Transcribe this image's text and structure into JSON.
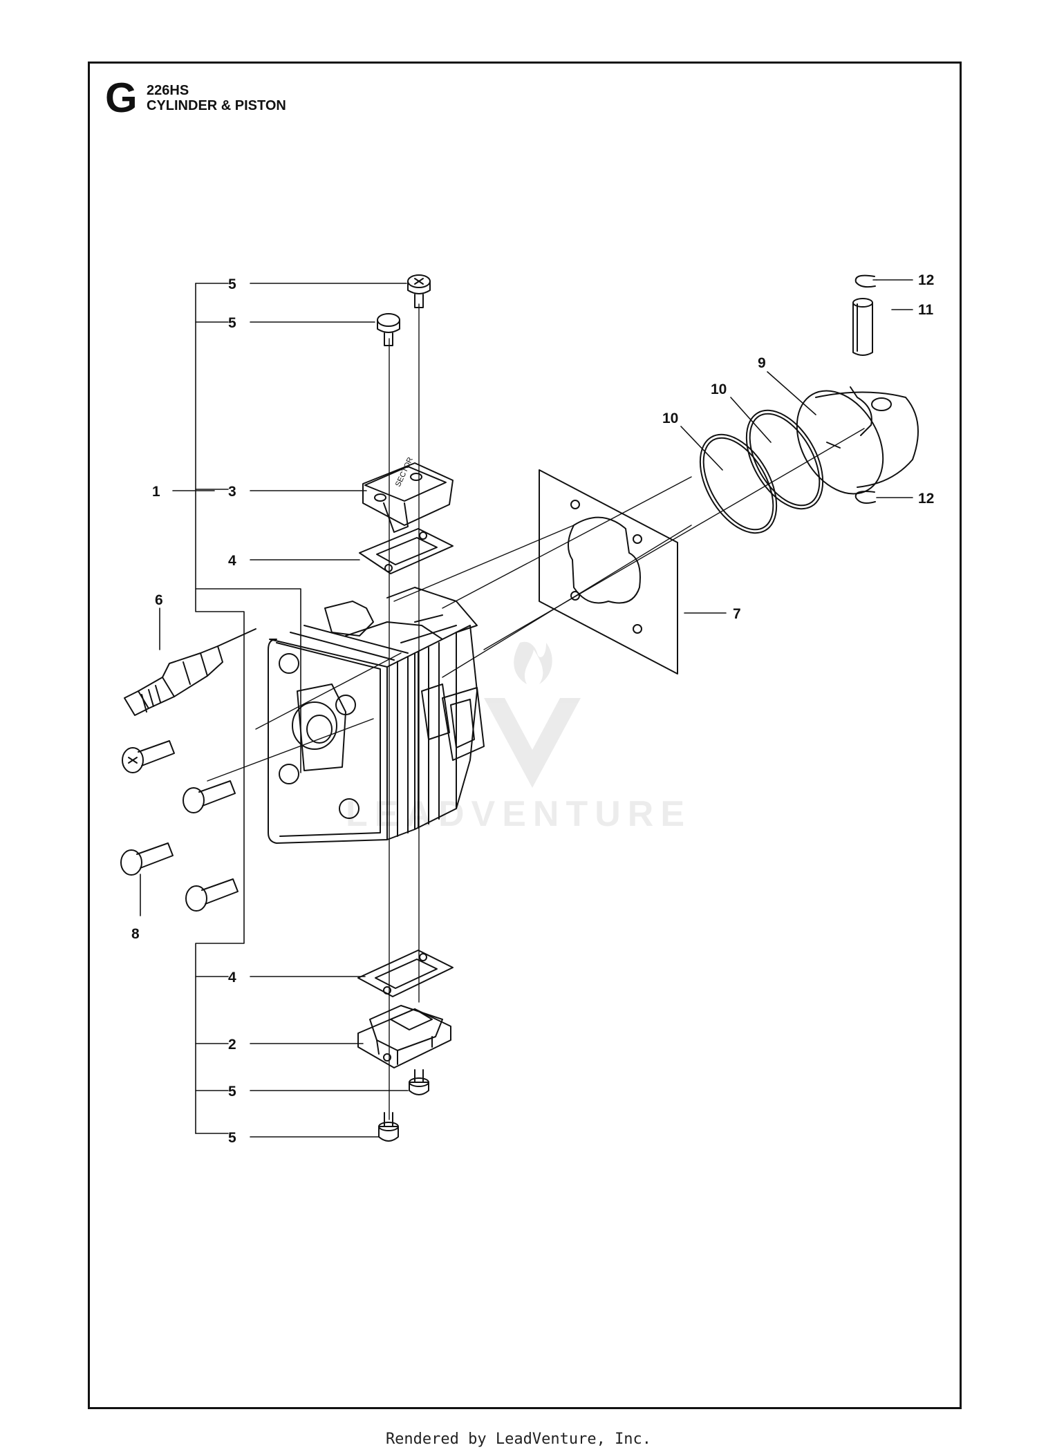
{
  "header": {
    "section": "G",
    "model": "226HS",
    "title": "CYLINDER & PISTON"
  },
  "callouts": {
    "c1": "1",
    "c2": "2",
    "c3": "3",
    "c4a": "4",
    "c4b": "4",
    "c5a": "5",
    "c5b": "5",
    "c5c": "5",
    "c5d": "5",
    "c6": "6",
    "c7": "7",
    "c8": "8",
    "c9": "9",
    "c10a": "10",
    "c10b": "10",
    "c11": "11",
    "c12a": "12",
    "c12b": "12"
  },
  "watermark": "LEADVENTURE",
  "footer": "Rendered by LeadVenture, Inc."
}
